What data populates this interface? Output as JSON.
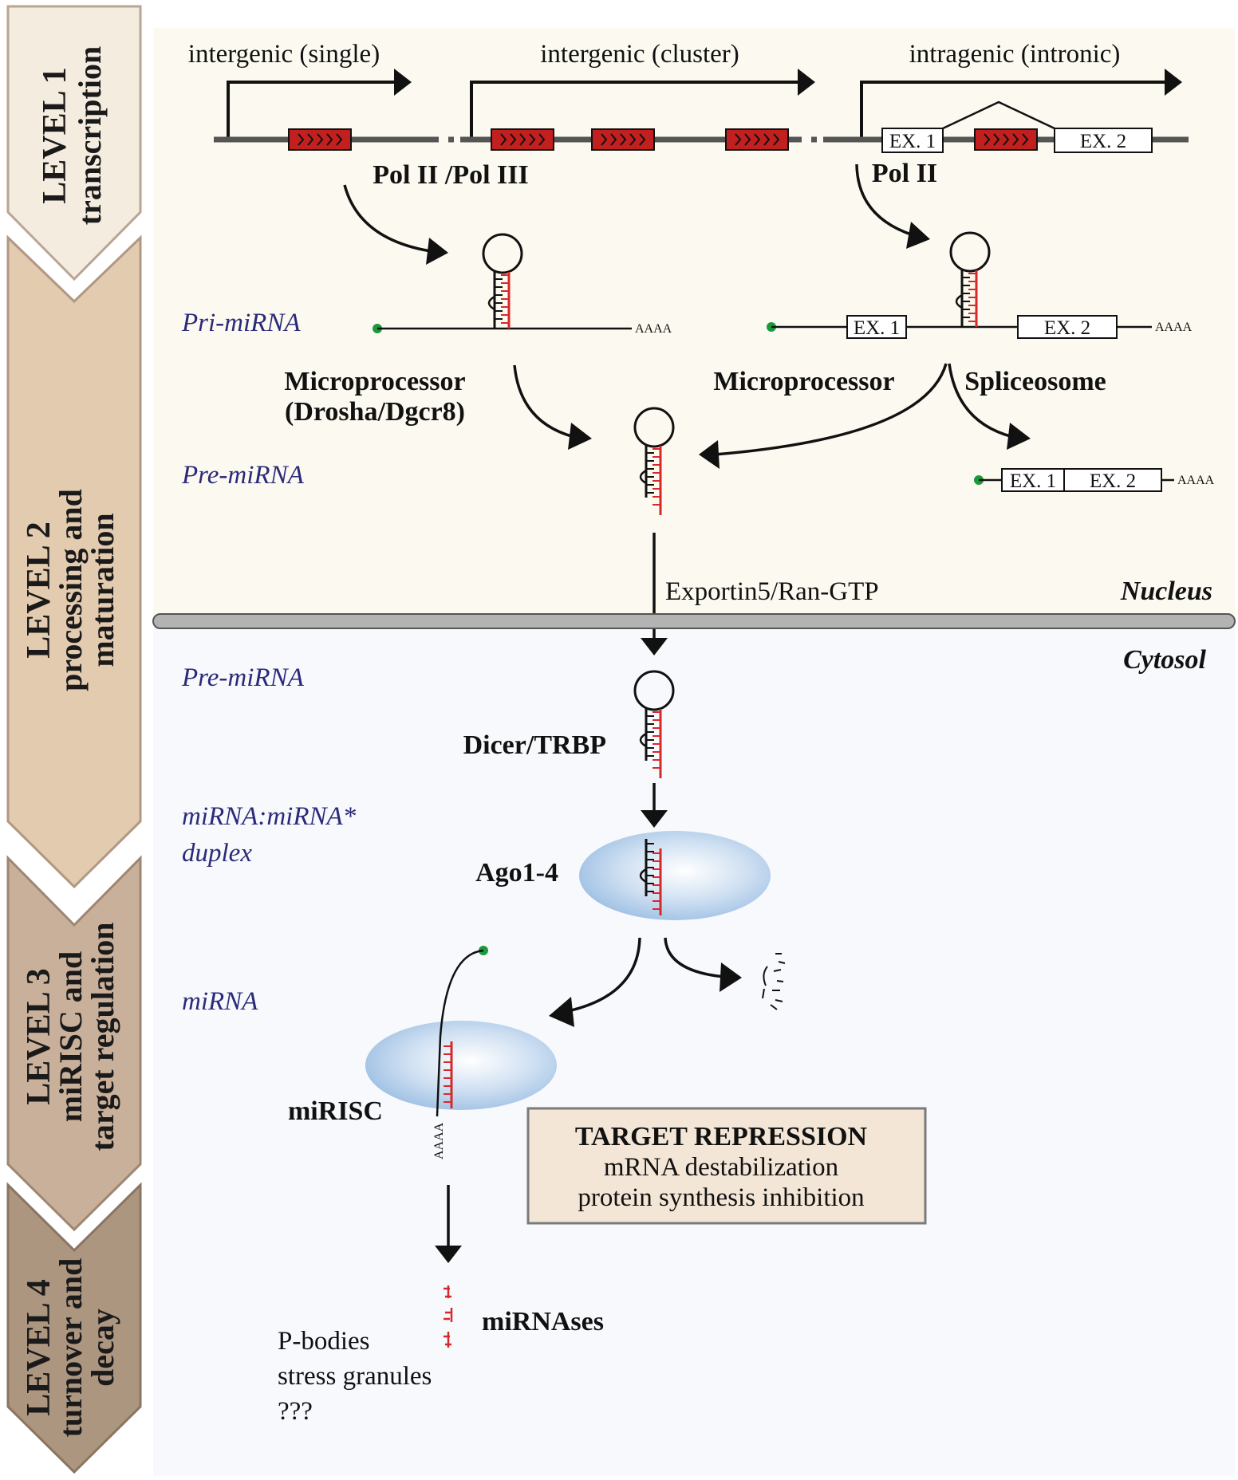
{
  "levels": [
    {
      "title": "LEVEL 1",
      "subtitle": [
        "transcription"
      ]
    },
    {
      "title": "LEVEL 2",
      "subtitle": [
        "processing and",
        "maturation"
      ]
    },
    {
      "title": "LEVEL 3",
      "subtitle": [
        "miRISC and",
        "target regulation"
      ]
    },
    {
      "title": "LEVEL 4",
      "subtitle": [
        "turnover and",
        "decay"
      ]
    }
  ],
  "level_colors": [
    "#f5ece0",
    "#e3cbb0",
    "#c9b09a",
    "#ac9680"
  ],
  "transcription": {
    "intergenic_single": "intergenic (single)",
    "intergenic_cluster": "intergenic (cluster)",
    "intragenic_intronic": "intragenic (intronic)",
    "polymerase_left": "Pol II /Pol III",
    "polymerase_right": "Pol II",
    "exon1": "EX. 1",
    "exon2": "EX. 2"
  },
  "labels": {
    "pri_mirna": "Pri-miRNA",
    "pre_mirna_nucleus": "Pre-miRNA",
    "pre_mirna_cytosol": "Pre-miRNA",
    "duplex_line1": "miRNA:miRNA*",
    "duplex_line2": "duplex",
    "mirna": "miRNA"
  },
  "polyA": "AAAA",
  "enzymes": {
    "microprocessor_left_1": "Microprocessor",
    "microprocessor_left_2": "(Drosha/Dgcr8)",
    "microprocessor_right": "Microprocessor",
    "spliceosome": "Spliceosome",
    "exportin": "Exportin5/Ran-GTP",
    "dicer": "Dicer/TRBP",
    "ago": "Ago1-4",
    "mirisc": "miRISC",
    "mirnases": "miRNAses"
  },
  "compartments": {
    "nucleus": "Nucleus",
    "cytosol": "Cytosol"
  },
  "target_repression": {
    "title": "TARGET REPRESSION",
    "line1": "mRNA destabilization",
    "line2": "protein synthesis inhibition"
  },
  "decay_sites": [
    "P-bodies",
    "stress granules",
    "???"
  ],
  "colors": {
    "nucleus_bg": "#fcfaf0",
    "cytosol_bg": "#f7f9fc",
    "mirna_red": "#d62a2a",
    "cap_green": "#1a9a3a",
    "ago_blue": "#a9c8e8",
    "repression_box": "#f3e6d6"
  }
}
